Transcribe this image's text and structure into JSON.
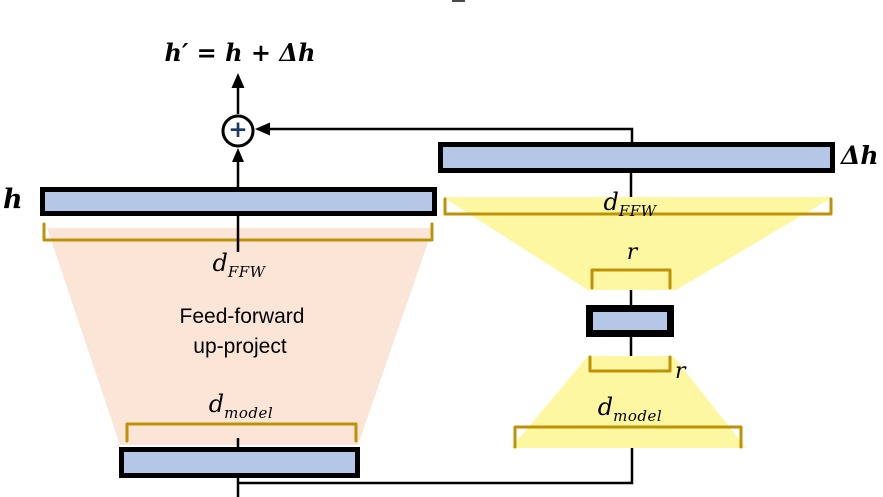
{
  "colors": {
    "bar_fill": "#B4C7E7",
    "bar_border": "#000000",
    "peach_fill": "#FBE5D6",
    "yellow_fill": "#FCF7A0",
    "gold_bracket": "#BF9106",
    "line_color": "#000000",
    "plus_color": "#1F3864"
  },
  "formula": "h′ = h + Δh",
  "plus_sign": "+",
  "labels": {
    "h": "h",
    "delta_h": "Δh",
    "feed_forward_line1": "Feed-forward",
    "feed_forward_line2": "up-project",
    "d_ffw_left": {
      "base": "d",
      "sub": "FFW"
    },
    "d_ffw_right": {
      "base": "d",
      "sub": "FFW"
    },
    "d_model_left": {
      "base": "d",
      "sub": "model"
    },
    "d_model_right": {
      "base": "d",
      "sub": "model"
    },
    "r_top": "r",
    "r_bottom": "r"
  }
}
